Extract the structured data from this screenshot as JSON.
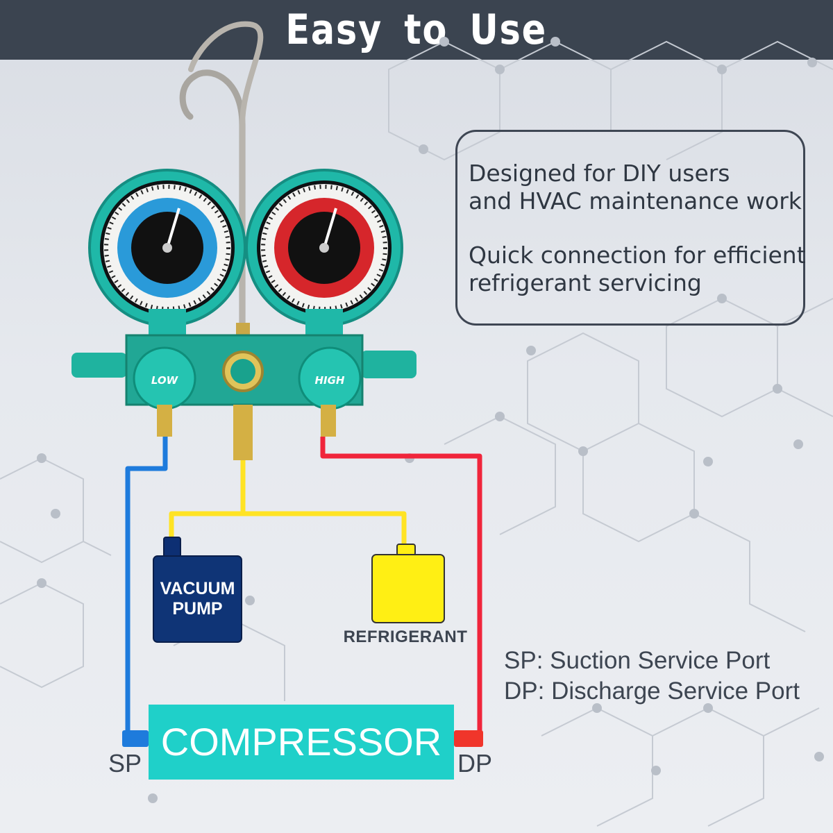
{
  "header": {
    "title": "Easy to Use"
  },
  "features": {
    "paragraph_1": [
      "Designed for DIY users",
      "and HVAC maintenance work"
    ],
    "paragraph_2": [
      "Quick connection for efficient",
      "refrigerant servicing"
    ]
  },
  "manifold": {
    "low_label": "LOW",
    "high_label": "HIGH"
  },
  "components": {
    "vacuum_pump": [
      "VACUUM",
      "PUMP"
    ],
    "refrigerant": "REFRIGERANT",
    "compressor": "COMPRESSOR"
  },
  "ports": {
    "sp": "SP",
    "dp": "DP"
  },
  "legend": [
    "SP: Suction Service Port",
    "DP: Discharge Service Port"
  ],
  "colors": {
    "header_bg": "#3b4450",
    "suction_line": "#1e7bdc",
    "discharge_line": "#f0253b",
    "service_line": "#ffe324",
    "vacuum_pump": "#0f3476",
    "refrigerant": "#ffef14",
    "compressor": "#1fd0c9",
    "manifold": "#21a795"
  }
}
